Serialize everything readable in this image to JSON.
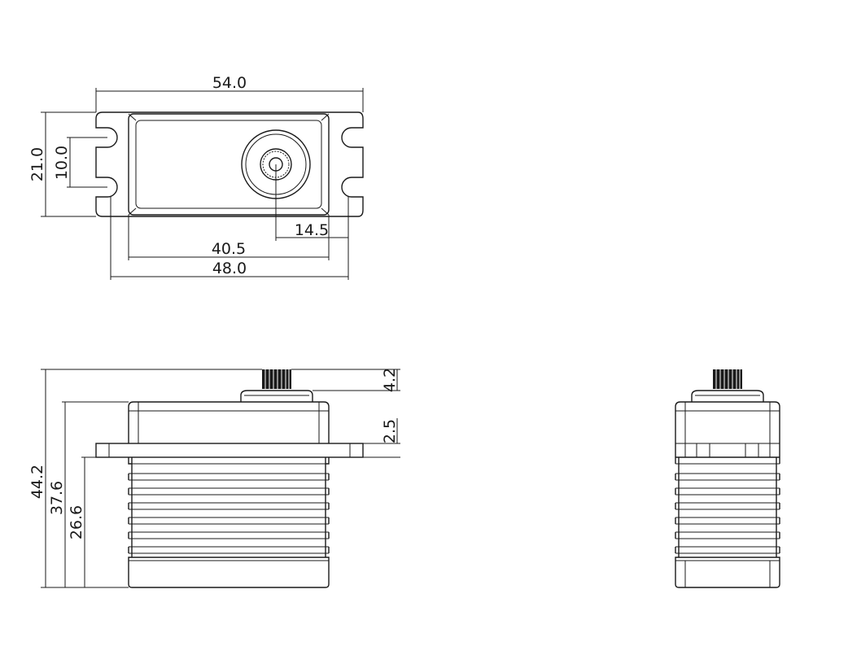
{
  "top_view": {
    "dim_length_total": "54.0",
    "dim_height_total": "21.0",
    "dim_hole_spacing_v": "10.0",
    "dim_shaft_offset": "14.5",
    "dim_body_width": "40.5",
    "dim_hole_spacing_h": "48.0"
  },
  "front_view": {
    "dim_total_height": "44.2",
    "dim_flange_top_height": "37.6",
    "dim_flange_bottom_height": "26.6",
    "dim_spline_height": "4.2",
    "dim_flange_thickness": "2.5"
  },
  "side_view": {}
}
